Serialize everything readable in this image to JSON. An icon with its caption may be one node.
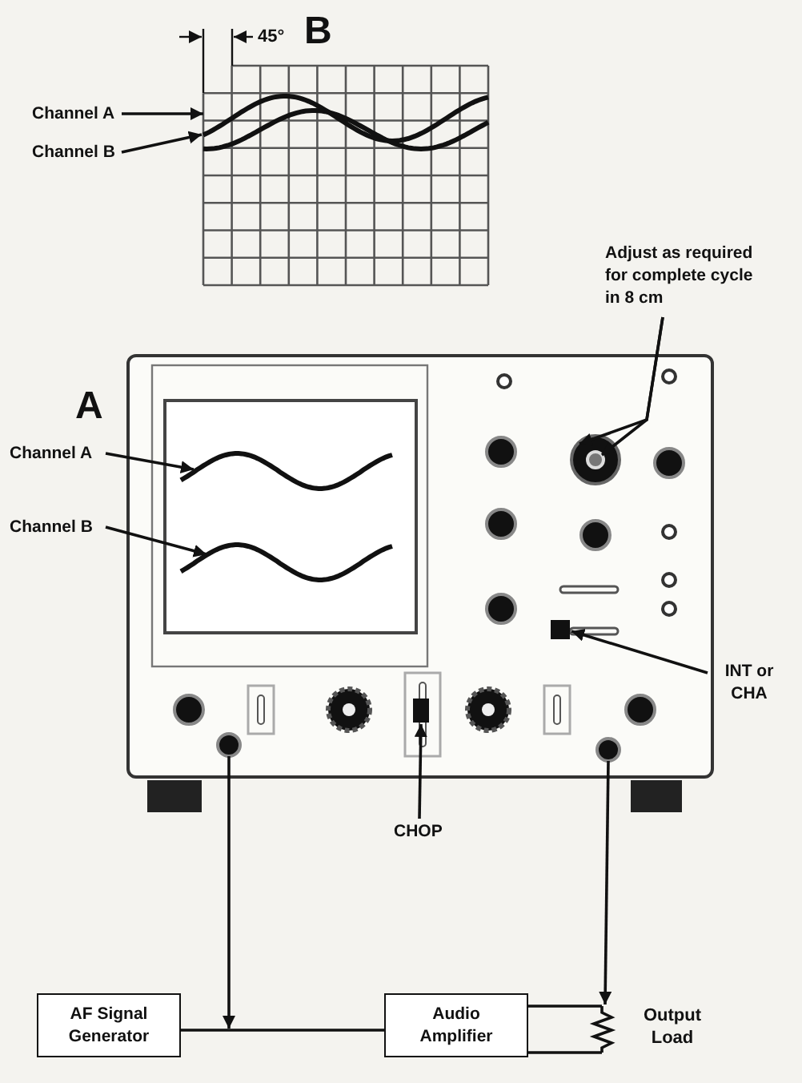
{
  "diagram": {
    "nodes": [
      {
        "text": [
          "Channel A"
        ]
      },
      {
        "text": [],
        "shape": "curve"
      },
      {
        "text": [
          "Channel B"
        ]
      },
      {
        "text": [],
        "shape": "curve"
      },
      {
        "text": [
          "Adjust as required for complete cycle in 8 cm"
        ]
      },
      {
        "text": [],
        "shape": "circle"
      },
      {
        "text": [],
        "shape": "circle",
        "in": 5
      },
      {
        "text": [
          "Channel A"
        ]
      },
      {
        "text": [],
        "shape": "curve"
      },
      {
        "text": [
          "Channel B"
        ]
      },
      {
        "text": [],
        "shape": "curve"
      },
      {
        "text": [
          "INT or CHA"
        ]
      },
      {
        "text": [],
        "shape": "box"
      },
      {
        "text": [
          "CHOP"
        ]
      },
      {
        "text": [],
        "shape": "box"
      },
      {
        "text": [],
        "shape": "circle"
      },
      {
        "text": [],
        "shape": "circle"
      },
      {
        "text": [
          "AF Signal Generator"
        ]
      },
      {
        "text": [
          "Audio Amplifier"
        ]
      },
      {
        "text": [],
        "shape": "resistor",
        "beside": [
          "Output Load"
        ]
      }
    ],
    "edges": [
      {
        "from": 0,
        "to": 1,
        "arrow": "to"
      },
      {
        "from": 2,
        "to": 3,
        "arrow": "to"
      },
      {
        "from": 4,
        "to": 5,
        "arrow": "to"
      },
      {
        "from": 4,
        "to": 6,
        "arrow": "to"
      },
      {
        "from": 7,
        "to": 8,
        "arrow": "to"
      },
      {
        "from": 9,
        "to": 10,
        "arrow": "to"
      },
      {
        "from": 11,
        "to": 12,
        "arrow": "to"
      },
      {
        "from": 13,
        "to": 14,
        "arrow": "to"
      },
      {
        "from": 15,
        "to": null,
        "arrow": "to"
      },
      {
        "from": 16,
        "to": 19,
        "arrow": "to"
      },
      {
        "from": 17,
        "to": 18,
        "arrow": "none"
      },
      {
        "from": 18,
        "to": 19,
        "arrow": "none"
      },
      {
        "from": 18,
        "to": 19,
        "arrow": "none"
      }
    ],
    "labels": [
      "45°",
      "B",
      "A"
    ]
  }
}
